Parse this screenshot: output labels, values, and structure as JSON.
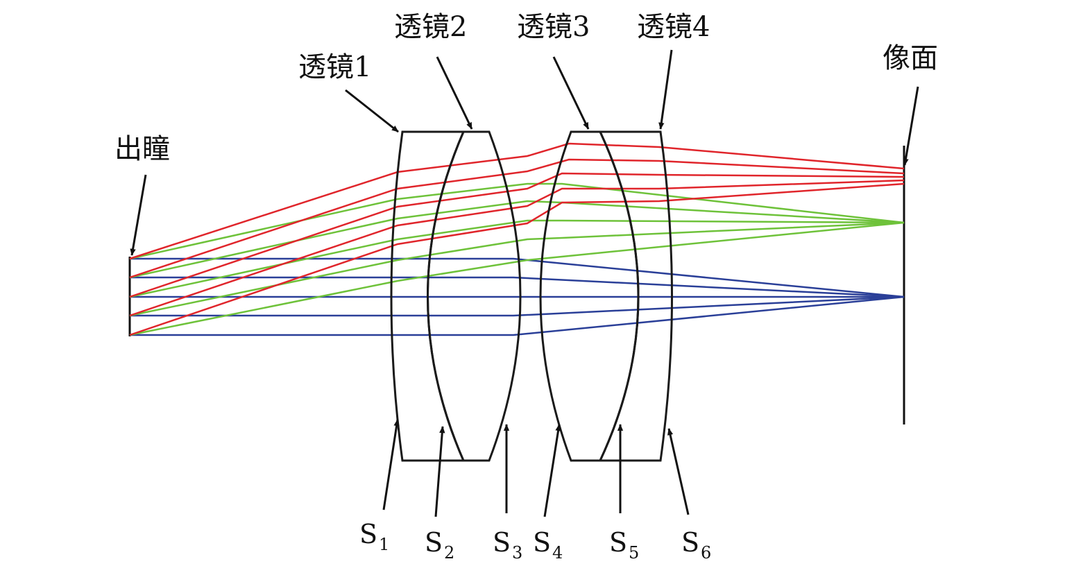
{
  "labels": {
    "pupil": "出瞳",
    "lens1": "透镜1",
    "lens2": "透镜2",
    "lens3": "透镜3",
    "lens4": "透镜4",
    "image_plane": "像面"
  },
  "surfaces": [
    {
      "main": "S",
      "sub": "1"
    },
    {
      "main": "S",
      "sub": "2"
    },
    {
      "main": "S",
      "sub": "3"
    },
    {
      "main": "S",
      "sub": "4"
    },
    {
      "main": "S",
      "sub": "5"
    },
    {
      "main": "S",
      "sub": "6"
    }
  ],
  "colors": {
    "red": "#e0252b",
    "green": "#6ec23a",
    "blue": "#2a3f98",
    "outline": "#1a1a1a"
  }
}
